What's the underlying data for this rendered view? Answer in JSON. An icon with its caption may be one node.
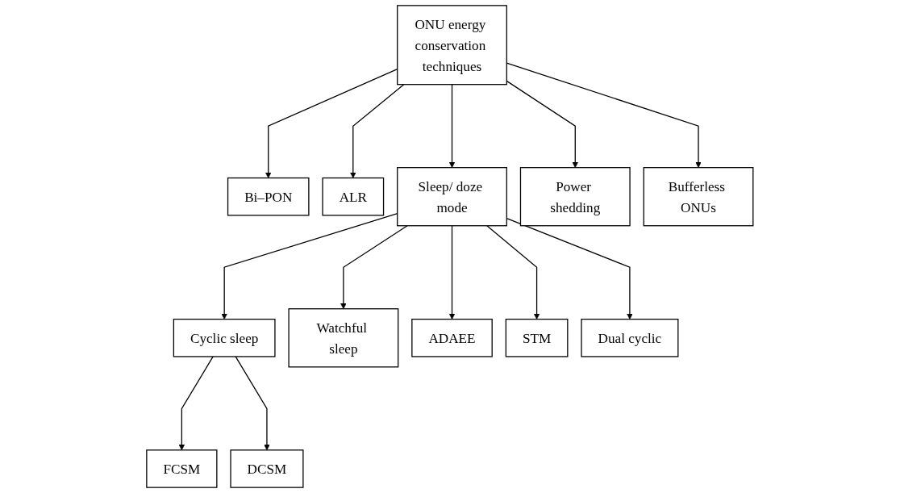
{
  "diagram": {
    "nodes": [
      {
        "text": [
          "ONU energy conservation techniques"
        ]
      },
      {
        "text": [
          "Bi–PON"
        ]
      },
      {
        "text": [
          "ALR"
        ]
      },
      {
        "text": [
          "Sleep/ doze mode"
        ]
      },
      {
        "text": [
          "Power shedding"
        ]
      },
      {
        "text": [
          "Bufferless ONUs"
        ]
      },
      {
        "text": [
          "Cyclic sleep"
        ]
      },
      {
        "text": [
          "Watchful sleep"
        ]
      },
      {
        "text": [
          "ADAEE"
        ]
      },
      {
        "text": [
          "STM"
        ]
      },
      {
        "text": [
          "Dual cyclic"
        ]
      },
      {
        "text": [
          "FCSM"
        ]
      },
      {
        "text": [
          "DCSM"
        ]
      }
    ],
    "edges": [
      {
        "from": 0,
        "to": 1,
        "arrow": "to"
      },
      {
        "from": 0,
        "to": 2,
        "arrow": "to"
      },
      {
        "from": 0,
        "to": 3,
        "arrow": "to"
      },
      {
        "from": 0,
        "to": 4,
        "arrow": "to"
      },
      {
        "from": 0,
        "to": 5,
        "arrow": "to"
      },
      {
        "from": 3,
        "to": 6,
        "arrow": "to"
      },
      {
        "from": 3,
        "to": 7,
        "arrow": "to"
      },
      {
        "from": 3,
        "to": 8,
        "arrow": "to"
      },
      {
        "from": 3,
        "to": 9,
        "arrow": "to"
      },
      {
        "from": 3,
        "to": 10,
        "arrow": "to"
      },
      {
        "from": 6,
        "to": 11,
        "arrow": "to"
      },
      {
        "from": 6,
        "to": 12,
        "arrow": "to"
      }
    ]
  }
}
